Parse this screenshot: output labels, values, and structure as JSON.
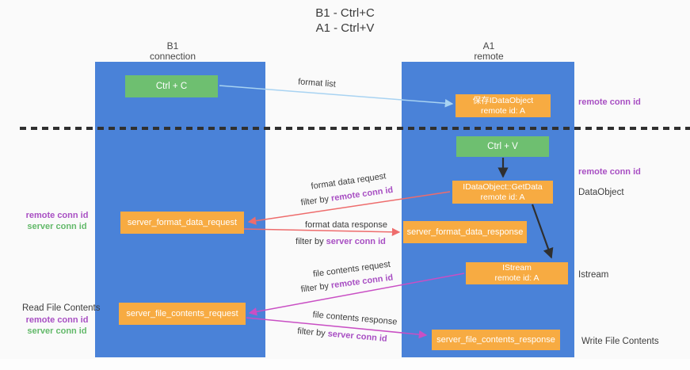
{
  "title": {
    "line1": "B1 - Ctrl+C",
    "line2": "A1 - Ctrl+V"
  },
  "colors": {
    "col-blue": "#4a82d8",
    "green-box": "#6ebf70",
    "orange-box": "#f7ab42",
    "purple": "#a84fc3",
    "greentxt": "#63b96a",
    "arrow-blue": "#a8d3f2",
    "arrow-red": "#ee6c6c",
    "arrow-magenta": "#c94fc4",
    "arrow-black": "#2f2f2f",
    "dash": "#303030"
  },
  "columns": {
    "left": {
      "name": "B1",
      "role": "connection"
    },
    "right": {
      "name": "A1",
      "role": "remote"
    }
  },
  "boxes": {
    "ctrl_c": "Ctrl + C",
    "ctrl_v": "Ctrl + V",
    "save_dataobject": {
      "line1": "保存IDataObject",
      "line2": "remote id: A"
    },
    "getdata": {
      "line1": "IDataObject::GetData",
      "line2": "remote id: A"
    },
    "istream": {
      "line1": "IStream",
      "line2": "remote id: A"
    },
    "format_request": "server_format_data_request",
    "format_response": "server_format_data_response",
    "file_request": "server_file_contents_request",
    "file_response": "server_file_contents_response"
  },
  "arrow_labels": {
    "format_list": "format list",
    "format_data_request": "format data request",
    "format_data_response": "format data response",
    "file_contents_request": "file contents request",
    "file_contents_response": "file contents response",
    "filter_by": "filter by ",
    "remote_conn_id": "remote conn id",
    "server_conn_id": "server conn id"
  },
  "side_labels": {
    "remote_conn_id": "remote conn id",
    "server_conn_id": "server conn id",
    "dataobject": "DataObject",
    "istream": "Istream",
    "read_file_contents": "Read File Contents",
    "write_file_contents": "Write File Contents"
  }
}
